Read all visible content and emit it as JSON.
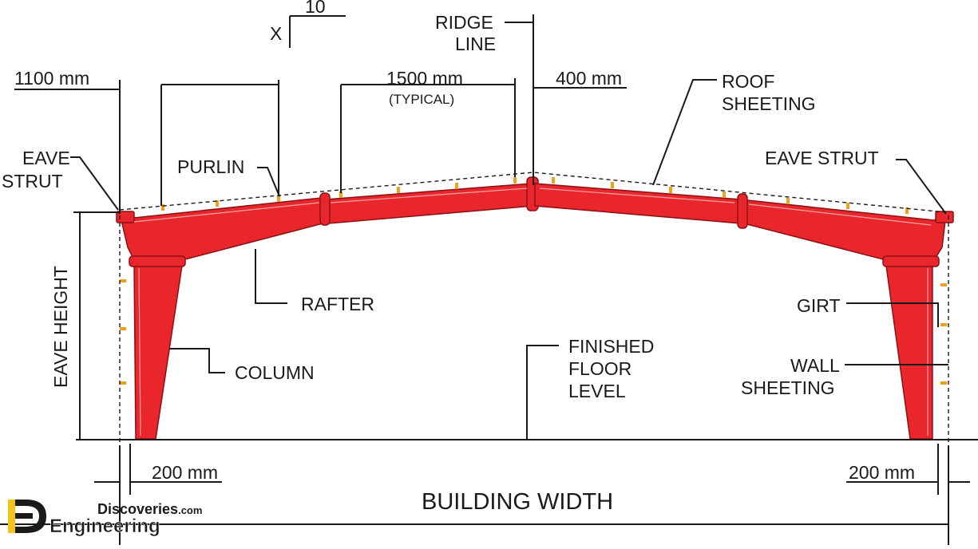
{
  "labels": {
    "slope_run": "10",
    "slope_rise": "X",
    "ridge_line": [
      "RIDGE",
      "LINE"
    ],
    "dim_1100": "1100 mm",
    "dim_1500": "1500 mm",
    "dim_typical": "(TYPICAL)",
    "dim_400": "400 mm",
    "roof_sheeting": [
      "ROOF",
      "SHEETING"
    ],
    "eave_strut_left": [
      "EAVE",
      "STRUT"
    ],
    "eave_strut_right": "EAVE STRUT",
    "purlin": "PURLIN",
    "rafter": "RAFTER",
    "column": "COLUMN",
    "finished_floor_level": [
      "FINISHED",
      "FLOOR",
      "LEVEL"
    ],
    "girt": "GIRT",
    "wall_sheeting": [
      "WALL",
      "SHEETING"
    ],
    "eave_height": "EAVE HEIGHT",
    "dim_200_left": "200 mm",
    "dim_200_right": "200 mm",
    "building_width": "BUILDING WIDTH"
  },
  "logo": {
    "line1": "Discoveries",
    "line1_suffix": ".com",
    "line2": "Engineering",
    "mark": "ED"
  },
  "colors": {
    "frame": "#e8262b",
    "frame_edge": "#8c1014",
    "clips": "#f0a020",
    "lines": "#1a1a1a",
    "logo_yellow": "#f3c318"
  }
}
